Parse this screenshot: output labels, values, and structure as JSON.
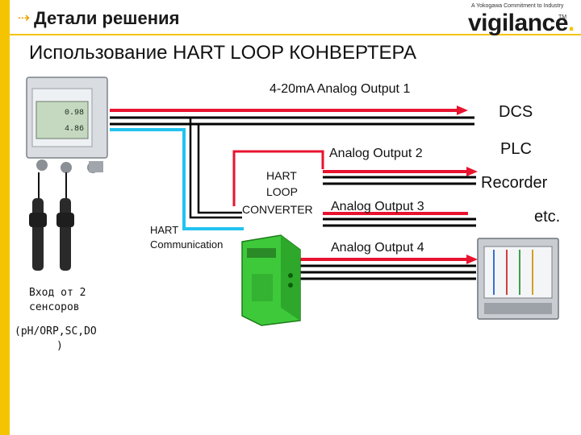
{
  "header": {
    "title": "Детали решения"
  },
  "brand": {
    "tagline": "A Yokogawa Commitment to Industry",
    "name": "vigilance",
    "dot": ".",
    "tm": "TM"
  },
  "main": {
    "title": "Использование HART LOOP КОНВЕРТЕРА"
  },
  "outputs": [
    "4-20mA Analog Output 1",
    "Analog Output 2",
    "Analog Output 3",
    "Analog Output 4"
  ],
  "converter": {
    "line1": "HART",
    "line2": "LOOP",
    "line3": "CONVERTER"
  },
  "hart_comm": {
    "line1": "HART",
    "line2": "Communication"
  },
  "destinations": {
    "dcs": "DCS",
    "plc": "PLC",
    "recorder": "Recorder",
    "etc": "etc."
  },
  "sensors": {
    "line1": "Вход от 2",
    "line2": "сенсоров",
    "line3": "(pH/ORP,SC,DO",
    "line4": ")"
  },
  "analyzer": {
    "reading1": "0.98",
    "reading2": "4.86"
  },
  "colors": {
    "accent": "#f5c400",
    "signal_red": "#e8132f",
    "hart_blue": "#23c3f0",
    "wire": "#000000"
  }
}
